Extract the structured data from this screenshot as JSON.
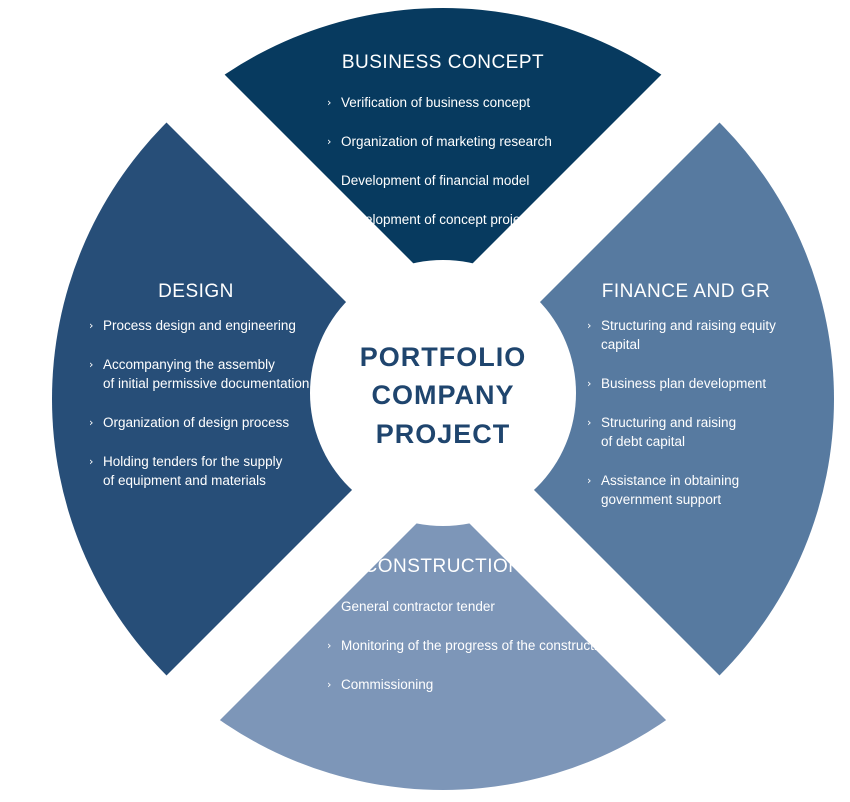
{
  "center": {
    "lines": [
      "PORTFOLIO",
      "COMPANY",
      "PROJECT"
    ],
    "color": "#1f456e"
  },
  "quadrants": {
    "business_concept": {
      "title": "BUSINESS CONCEPT",
      "color": "#073a5f",
      "items": [
        [
          "Verification of business concept"
        ],
        [
          "Organization of marketing research"
        ],
        [
          "Development of financial model"
        ],
        [
          "Development of concept project"
        ]
      ]
    },
    "finance": {
      "title": "FINANCE AND GR",
      "color": "#577aa0",
      "items": [
        [
          "Structuring and raising equity",
          "capital"
        ],
        [
          "Business plan development"
        ],
        [
          "Structuring and raising",
          "of debt capital"
        ],
        [
          "Assistance in obtaining",
          "government support"
        ]
      ]
    },
    "construction": {
      "title": "CONSTRUCTION",
      "color": "#7d96b8",
      "items": [
        [
          "General contractor tender"
        ],
        [
          "Monitoring of the progress of the construction"
        ],
        [
          "Commissioning"
        ]
      ]
    },
    "design": {
      "title": "DESIGN",
      "color": "#274e78",
      "items": [
        [
          "Process design and engineering"
        ],
        [
          "Accompanying the assembly",
          "of initial permissive documentation"
        ],
        [
          "Organization of design process"
        ],
        [
          "Holding tenders for the supply",
          "of equipment and materials"
        ]
      ]
    }
  },
  "bullet_glyph": "›"
}
